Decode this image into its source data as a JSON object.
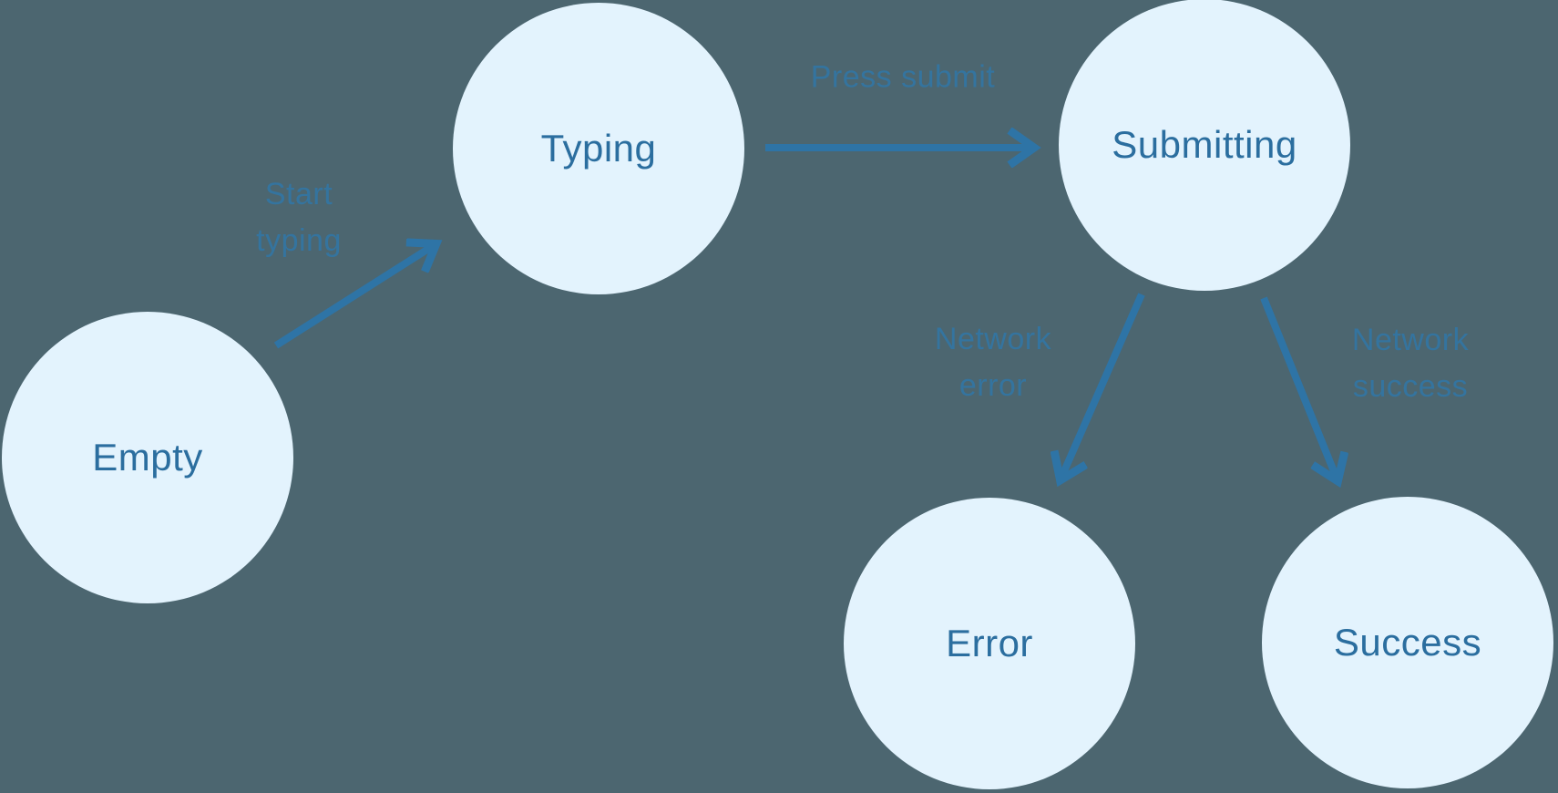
{
  "diagram": {
    "type": "state-machine",
    "colors": {
      "background": "#4c6670",
      "node_fill_color": "#e3f3fd",
      "node_text_color": "#2b6e9f",
      "edge_color": "#2e74a6",
      "edge_label_color": "#34749f"
    },
    "nodes": [
      {
        "id": "empty",
        "label": "Empty"
      },
      {
        "id": "typing",
        "label": "Typing"
      },
      {
        "id": "submitting",
        "label": "Submitting"
      },
      {
        "id": "error",
        "label": "Error"
      },
      {
        "id": "success",
        "label": "Success"
      }
    ],
    "edges": [
      {
        "from": "empty",
        "to": "typing",
        "label": "Start typing"
      },
      {
        "from": "typing",
        "to": "submitting",
        "label": "Press submit"
      },
      {
        "from": "submitting",
        "to": "error",
        "label": "Network error"
      },
      {
        "from": "submitting",
        "to": "success",
        "label": "Network success"
      }
    ]
  }
}
